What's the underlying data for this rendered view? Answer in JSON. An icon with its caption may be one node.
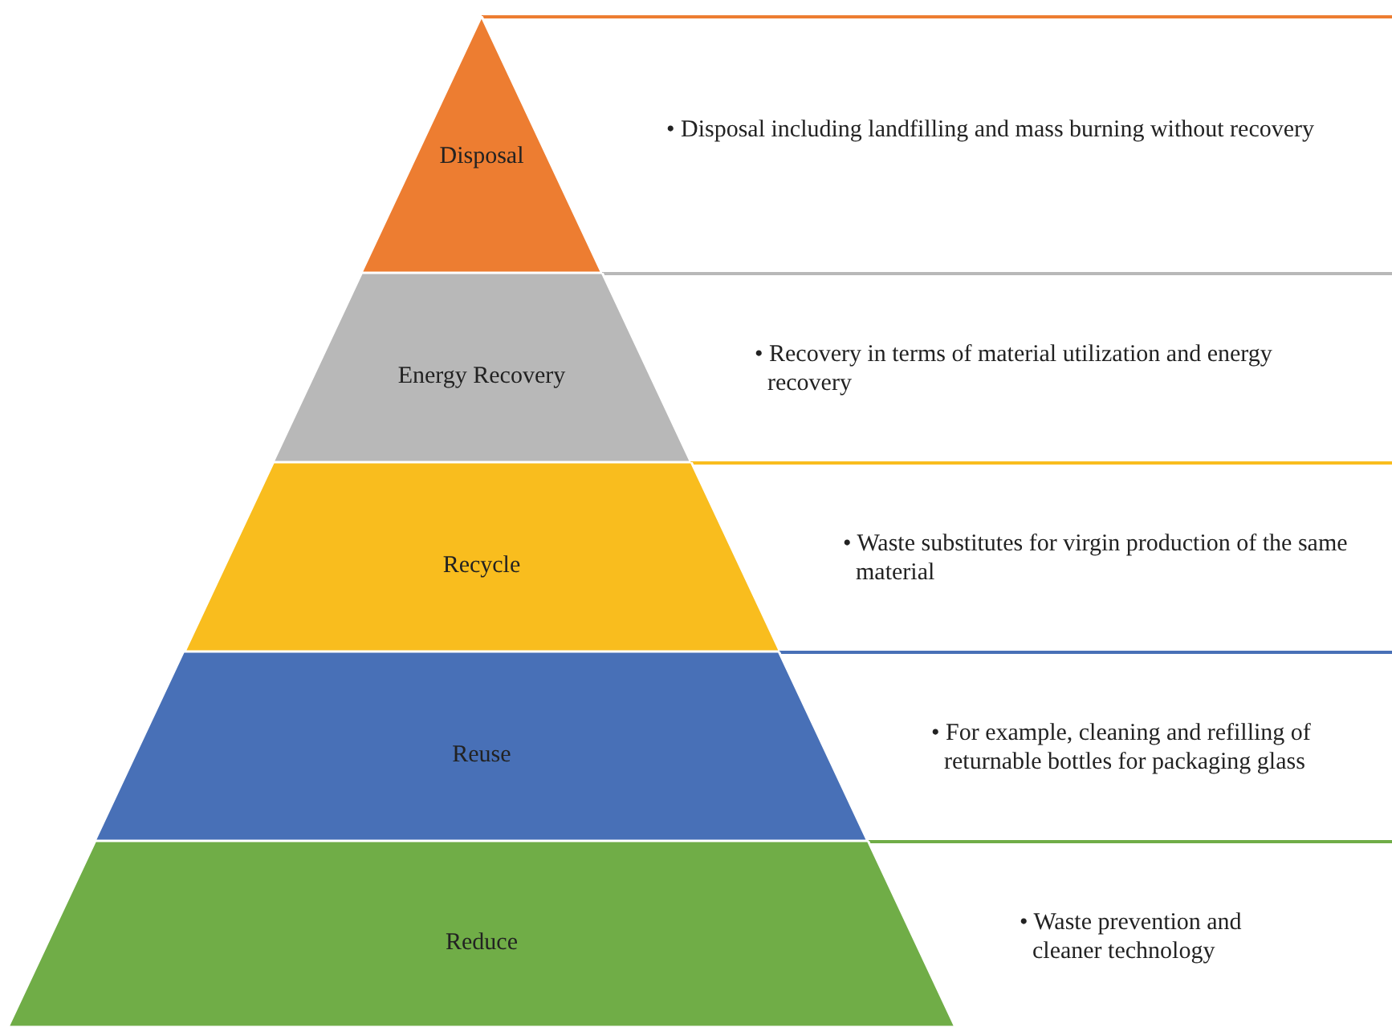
{
  "diagram": {
    "nodes": [
      {
        "text": [
          "Disposal"
        ],
        "beside": [
          "• Disposal including landfilling and mass burning without recovery"
        ]
      },
      {
        "text": [
          "Energy Recovery"
        ],
        "beside": [
          "• Recovery in terms of material utilization and energy recovery"
        ]
      },
      {
        "text": [
          "Recycle"
        ],
        "beside": [
          "• Waste substitutes for virgin production of the same material"
        ]
      },
      {
        "text": [
          "Reuse"
        ],
        "beside": [
          "• For example, cleaning and refilling of returnable bottles for packaging glass"
        ]
      },
      {
        "text": [
          "Reduce"
        ],
        "beside": [
          "• Waste prevention and cleaner technology"
        ]
      }
    ]
  }
}
